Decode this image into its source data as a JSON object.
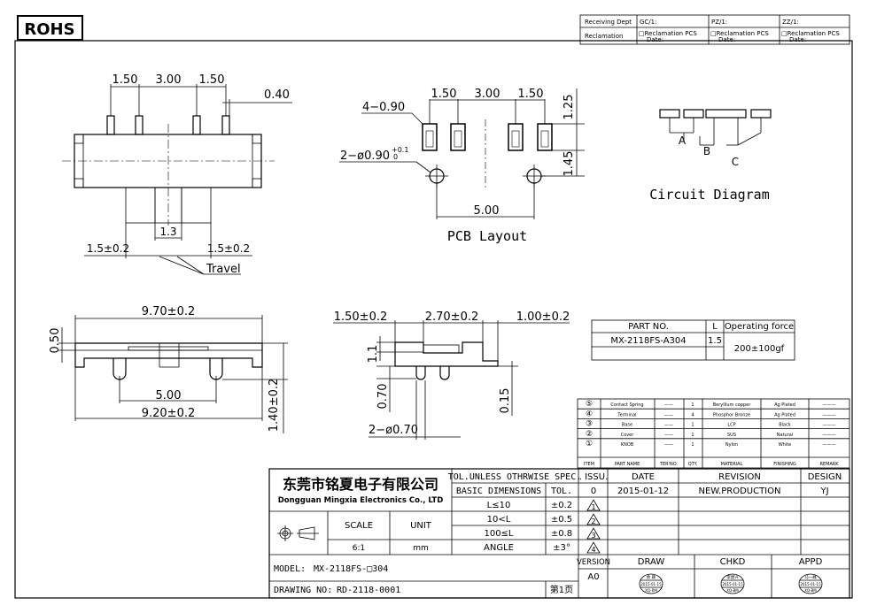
{
  "rohs": "ROHS",
  "receiving": {
    "dept_label": "Receiving Dept",
    "reclamation_label": "Reclamation",
    "cols": [
      "GC/1:",
      "PZ/1:",
      "ZZ/1:"
    ],
    "recl_text": "□Reclamation  PCS",
    "date_text": "Date:"
  },
  "dims": {
    "top_150a": "1.50",
    "top_300": "3.00",
    "top_150b": "1.50",
    "top_040": "0.40",
    "slot_13": "1.3",
    "travel_l": "1.5±0.2",
    "travel_r": "1.5±0.2",
    "travel": "Travel",
    "pcb_150a": "1.50",
    "pcb_300": "3.00",
    "pcb_150b": "1.50",
    "pcb_125": "1.25",
    "pcb_4090": "4−0.90",
    "pcb_hole": "2−ø0.90",
    "pcb_hole_tol_up": "+0.1",
    "pcb_hole_tol_dn": "0",
    "pcb_145": "1.45",
    "pcb_500": "5.00",
    "pcb_title": "PCB  Layout",
    "circuit_title": "Circuit  Diagram",
    "circ_a": "A",
    "circ_b": "B",
    "circ_c": "C",
    "side_970": "9.70±0.2",
    "side_050": "0.50",
    "side_500": "5.00",
    "side_920": "9.20±0.2",
    "side_140": "1.40±0.2",
    "end_150": "1.50±0.2",
    "end_270": "2.70±0.2",
    "end_100": "1.00±0.2",
    "end_11": "1.1",
    "end_070": "0.70",
    "end_015": "0.15",
    "end_pin": "2−ø0.70"
  },
  "part_table": {
    "h_part": "PART NO.",
    "h_l": "L",
    "h_force": "Operating force",
    "part": "MX-2118FS-A304",
    "l": "1.5",
    "force": "200±100gf"
  },
  "bom": {
    "rows": [
      {
        "no": "⑤",
        "name": "Contact Spring",
        "ter": "——",
        "qty": "1",
        "mat": "Beryllium copper",
        "fin": "Ag Plated",
        "rem": "———"
      },
      {
        "no": "④",
        "name": "Terminal",
        "ter": "——",
        "qty": "4",
        "mat": "Phosphor Bronze",
        "fin": "Ag Plated",
        "rem": "———"
      },
      {
        "no": "③",
        "name": "Base",
        "ter": "——",
        "qty": "1",
        "mat": "LCP",
        "fin": "Black",
        "rem": "———"
      },
      {
        "no": "②",
        "name": "Cover",
        "ter": "——",
        "qty": "1",
        "mat": "SUS",
        "fin": "Natural",
        "rem": "———"
      },
      {
        "no": "①",
        "name": "KNOB",
        "ter": "——",
        "qty": "1",
        "mat": "Nylon",
        "fin": "White",
        "rem": "———"
      }
    ],
    "headers": [
      "ITEM",
      "PART NAME",
      "TER'NO.",
      "QTY.",
      "MATERIAL",
      "FINISHING",
      "REMARK"
    ]
  },
  "title_block": {
    "company_cn": "东莞市铭夏电子有限公司",
    "company_en": "Dongguan Mingxia Electronics Co., LTD",
    "tol_title": "TOL.UNLESS OTHRWISE SPEC.",
    "basic_dim": "BASIC DIMENSIONS",
    "tol": "TOL.",
    "tol_rows": [
      {
        "range": "L≤10",
        "val": "±0.2"
      },
      {
        "range": "10<L",
        "val": "±0.5"
      },
      {
        "range": "100≤L",
        "val": "±0.8"
      },
      {
        "range": "ANGLE",
        "val": "±3°"
      }
    ],
    "scale_label": "SCALE",
    "unit_label": "UNIT",
    "scale": "6:1",
    "unit": "mm",
    "model_label": "MODEL:",
    "model": "MX-2118FS-□304",
    "drawing_label": "DRAWING NO:",
    "drawing": "RD-2118-0001",
    "page": "第1页",
    "issu": ". ISSU.",
    "date_h": "DATE",
    "rev_h": "REVISION",
    "design_h": "DESIGN",
    "issu_val": "0",
    "date_val": "2015-01-12",
    "rev_val": "NEW.PRODUCTION",
    "design_val": "YJ",
    "rev_marks": [
      "1",
      "2",
      "3",
      "4"
    ],
    "version_h": "VERSION",
    "version_val": "A0",
    "draw_h": "DRAW",
    "chkd_h": "CHKD",
    "appd_h": "APPD",
    "stamps": [
      {
        "name": "余 颖",
        "date": "2015-01-15",
        "tag": "XQ-RM"
      },
      {
        "name": "李建兴",
        "date": "2015-01-15",
        "tag": "XQ-BM"
      },
      {
        "name": "马一峰",
        "date": "2015-01-15",
        "tag": "XQ-BM"
      }
    ]
  }
}
